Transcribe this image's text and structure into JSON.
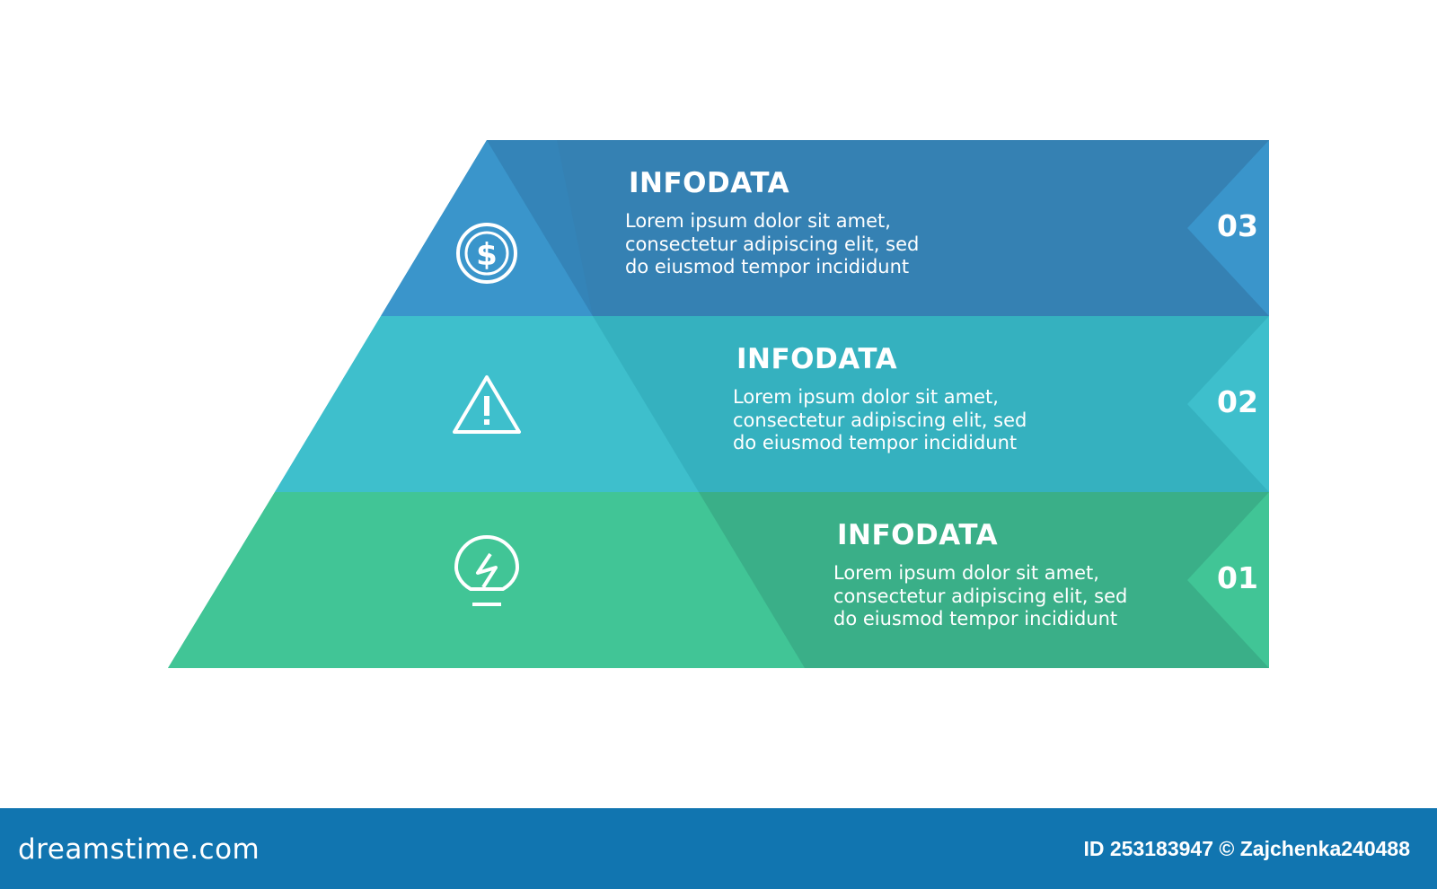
{
  "colors": {
    "blue_band": "#3581b3",
    "blue_triangle": "#3a95cb",
    "teal_band": "#35b1bf",
    "teal_triangle": "#3ebfcc",
    "green_band": "#3aaf88",
    "green_triangle": "#41c596",
    "footer": "#1175b0"
  },
  "levels": [
    {
      "number": "03",
      "title": "INFODATA",
      "text": "Lorem ipsum dolor sit amet,\nconsectetur adipiscing elit, sed\ndo eiusmod tempor incididunt",
      "icon": "dollar-coin-icon"
    },
    {
      "number": "02",
      "title": "INFODATA",
      "text": "Lorem ipsum dolor sit amet,\nconsectetur adipiscing elit, sed\ndo eiusmod tempor incididunt",
      "icon": "warning-triangle-icon"
    },
    {
      "number": "01",
      "title": "INFODATA",
      "text": "Lorem ipsum dolor sit amet,\nconsectetur adipiscing elit, sed\ndo eiusmod tempor incididunt",
      "icon": "lightbulb-icon"
    }
  ],
  "footer": {
    "brand": "dreamstime.com",
    "credit": "ID 253183947 © Zajchenka240488"
  }
}
